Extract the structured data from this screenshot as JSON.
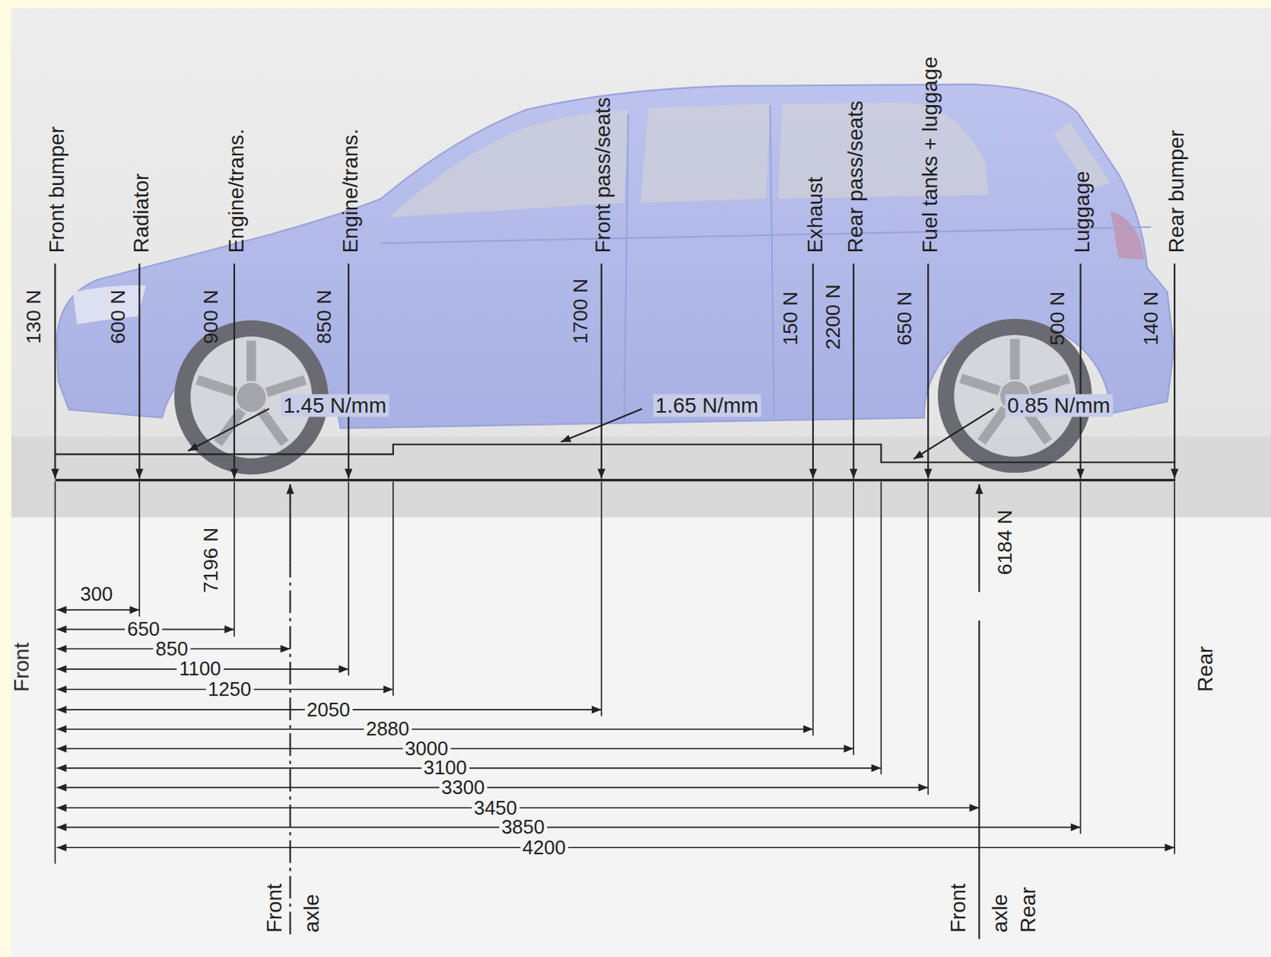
{
  "diagram": {
    "labels": [
      "Front bumper",
      "Radiator",
      "Engine/trans.",
      "Engine/trans.",
      "Front pass/seats",
      "Exhaust",
      "Rear pass/seats",
      "Fuel tanks + luggage",
      "Luggage",
      "Rear bumper",
      "130 N",
      "600 N",
      "900 N",
      "850 N",
      "1700 N",
      "150 N",
      "2200 N",
      "650 N",
      "500 N",
      "140 N",
      "1.45 N/mm",
      "1.65 N/mm",
      "0.85 N/mm",
      "7196 N",
      "6184 N",
      "300",
      "650",
      "850",
      "1100",
      "1250",
      "2050",
      "2880",
      "3000",
      "3100",
      "3300",
      "3450",
      "3850",
      "4200",
      "Front",
      "Rear",
      "Front",
      "axle",
      "Front",
      "axle",
      "Rear"
    ]
  }
}
